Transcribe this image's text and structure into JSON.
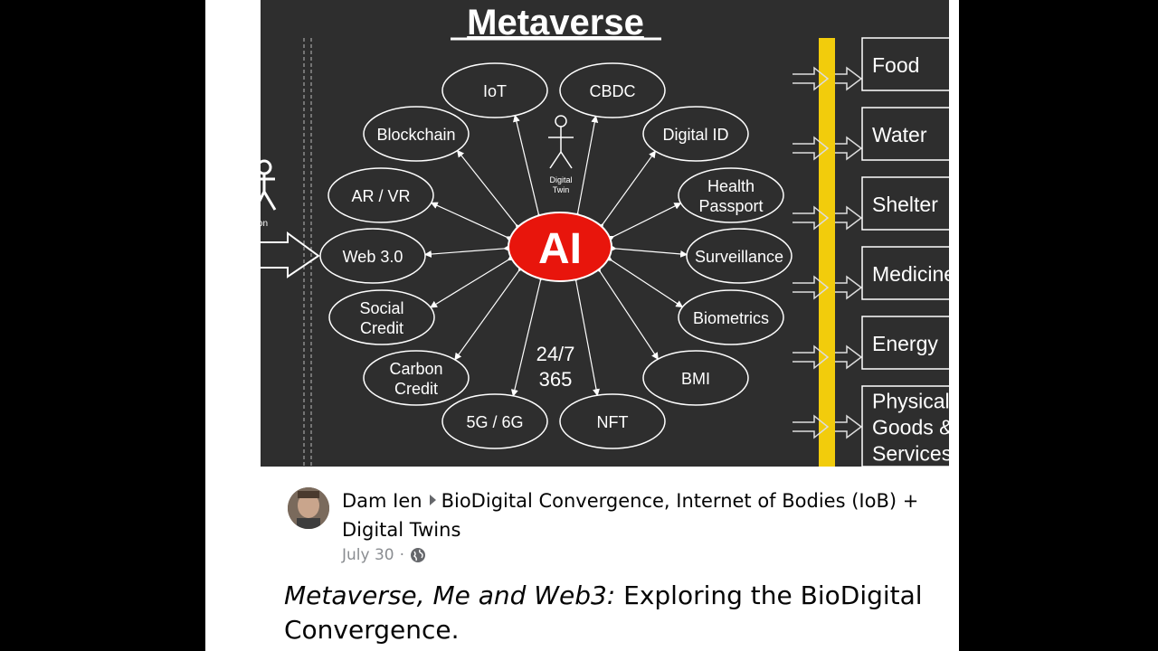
{
  "diagram": {
    "title": "Metaverse",
    "center_label": "AI",
    "digital_twin_label": [
      "Digital",
      "Twin"
    ],
    "person_label": "rson",
    "availability": [
      "24/7",
      "365"
    ],
    "nodes": [
      {
        "id": "iot",
        "label": [
          "IoT"
        ]
      },
      {
        "id": "cbdc",
        "label": [
          "CBDC"
        ]
      },
      {
        "id": "blockchain",
        "label": [
          "Blockchain"
        ]
      },
      {
        "id": "digital-id",
        "label": [
          "Digital ID"
        ]
      },
      {
        "id": "ar-vr",
        "label": [
          "AR / VR"
        ]
      },
      {
        "id": "health-passport",
        "label": [
          "Health",
          "Passport"
        ]
      },
      {
        "id": "web3",
        "label": [
          "Web 3.0"
        ]
      },
      {
        "id": "surveillance",
        "label": [
          "Surveillance"
        ]
      },
      {
        "id": "social-credit",
        "label": [
          "Social",
          "Credit"
        ]
      },
      {
        "id": "biometrics",
        "label": [
          "Biometrics"
        ]
      },
      {
        "id": "carbon-credit",
        "label": [
          "Carbon",
          "Credit"
        ]
      },
      {
        "id": "bmi",
        "label": [
          "BMI"
        ]
      },
      {
        "id": "5g6g",
        "label": [
          "5G / 6G"
        ]
      },
      {
        "id": "nft",
        "label": [
          "NFT"
        ]
      }
    ],
    "outputs": [
      {
        "id": "food",
        "label": [
          "Food"
        ]
      },
      {
        "id": "water",
        "label": [
          "Water"
        ]
      },
      {
        "id": "shelter",
        "label": [
          "Shelter"
        ]
      },
      {
        "id": "medicine",
        "label": [
          "Medicine"
        ]
      },
      {
        "id": "energy",
        "label": [
          "Energy"
        ]
      },
      {
        "id": "physical-goods",
        "label": [
          "Physical",
          "Goods &",
          "Services"
        ]
      }
    ],
    "colors": {
      "background": "#2e2e2e",
      "center": "#e8150c",
      "bar": "#f2cc0c",
      "stroke": "#ffffff"
    }
  },
  "post": {
    "author": "Dam Ien",
    "group": "BioDigital Convergence, Internet of Bodies (IoB) + Digital Twins",
    "date": "July 30",
    "audience_icon": "globe-icon",
    "body_emphasis": "Metaverse, Me and Web3:",
    "body_rest": " Exploring the BioDigital Convergence."
  }
}
